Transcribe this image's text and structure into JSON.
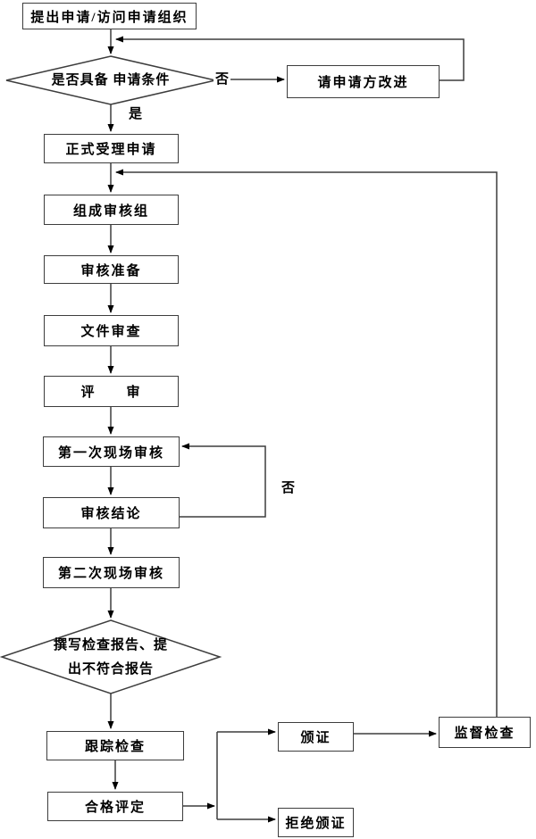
{
  "nodes": {
    "apply": "提出申请/访问申请组织",
    "condition": "是否具备 申请条件",
    "improve": "请申请方改进",
    "accept": "正式受理申请",
    "team": "组成审核组",
    "prep": "审核准备",
    "doc_review": "文件审查",
    "review": "评　　审",
    "first_audit": "第一次现场审核",
    "conclusion": "审核结论",
    "second_audit": "第二次现场审核",
    "report_line1": "撰写检查报告、提",
    "report_line2": "出不符合报告",
    "track": "跟踪检查",
    "assess": "合格评定",
    "cert": "颁证",
    "refuse": "拒绝颁证",
    "supervise": "监督检查"
  },
  "edge_labels": {
    "condition_no": "否",
    "condition_yes": "是",
    "conclusion_no": "否"
  },
  "colors": {
    "line": "#3d3d3d",
    "arrow": "#000000",
    "node_border": "#3d3d3d",
    "node_fill": "#ffffff",
    "background": "#ffffff",
    "text": "#000000"
  }
}
